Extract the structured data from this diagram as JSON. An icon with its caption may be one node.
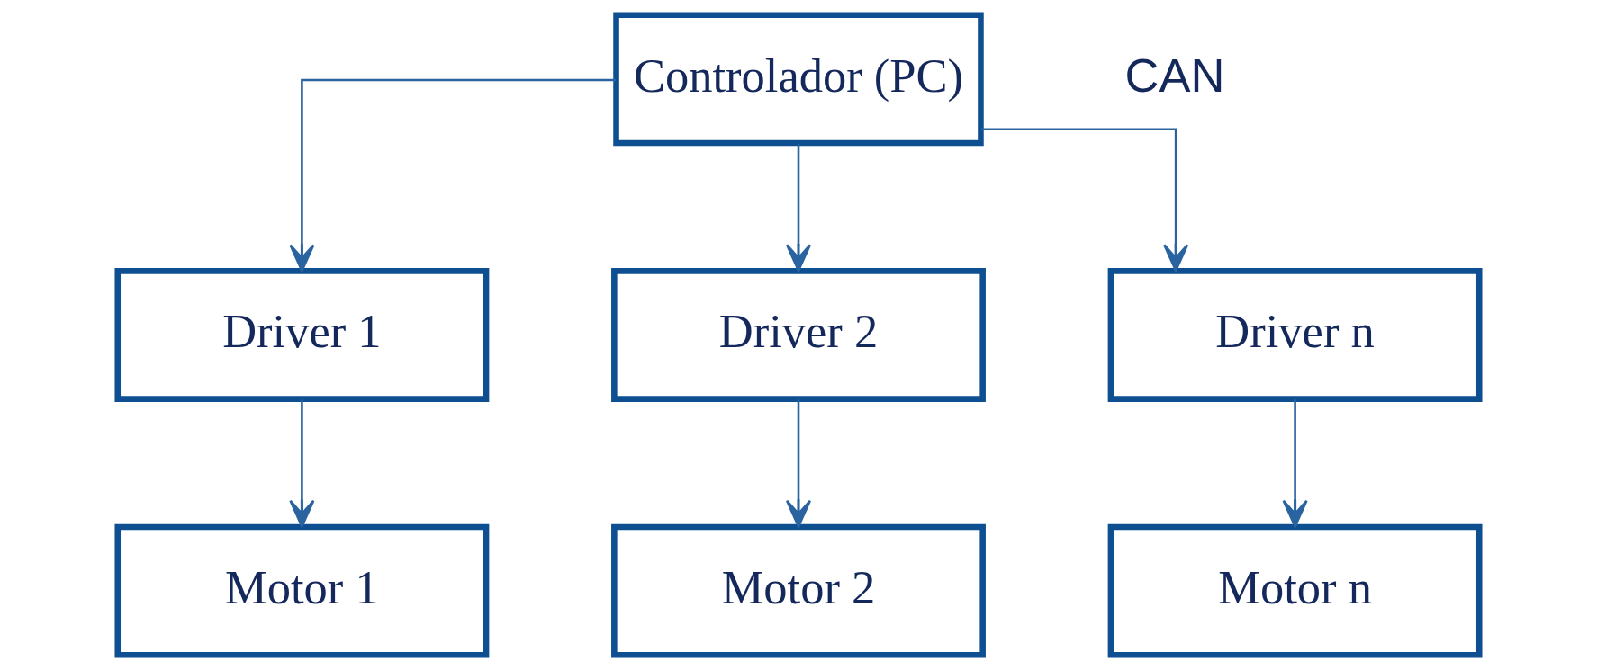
{
  "diagram": {
    "nodes": [
      {
        "text": [
          "Controlador (PC)"
        ]
      },
      {
        "text": [
          "Driver 1"
        ]
      },
      {
        "text": [
          "Driver 2"
        ]
      },
      {
        "text": [
          "Driver n"
        ]
      },
      {
        "text": [
          "Motor 1"
        ]
      },
      {
        "text": [
          "Motor 2"
        ]
      },
      {
        "text": [
          "Motor n"
        ]
      }
    ],
    "edges": [
      {
        "from": 0,
        "to": 1,
        "arrow": "to"
      },
      {
        "from": 0,
        "to": 2,
        "arrow": "to"
      },
      {
        "from": 0,
        "to": 3,
        "arrow": "to"
      },
      {
        "from": 1,
        "to": 4,
        "arrow": "to"
      },
      {
        "from": 2,
        "to": 5,
        "arrow": "to"
      },
      {
        "from": 3,
        "to": 6,
        "arrow": "to"
      }
    ],
    "labels": [
      "CAN"
    ]
  }
}
